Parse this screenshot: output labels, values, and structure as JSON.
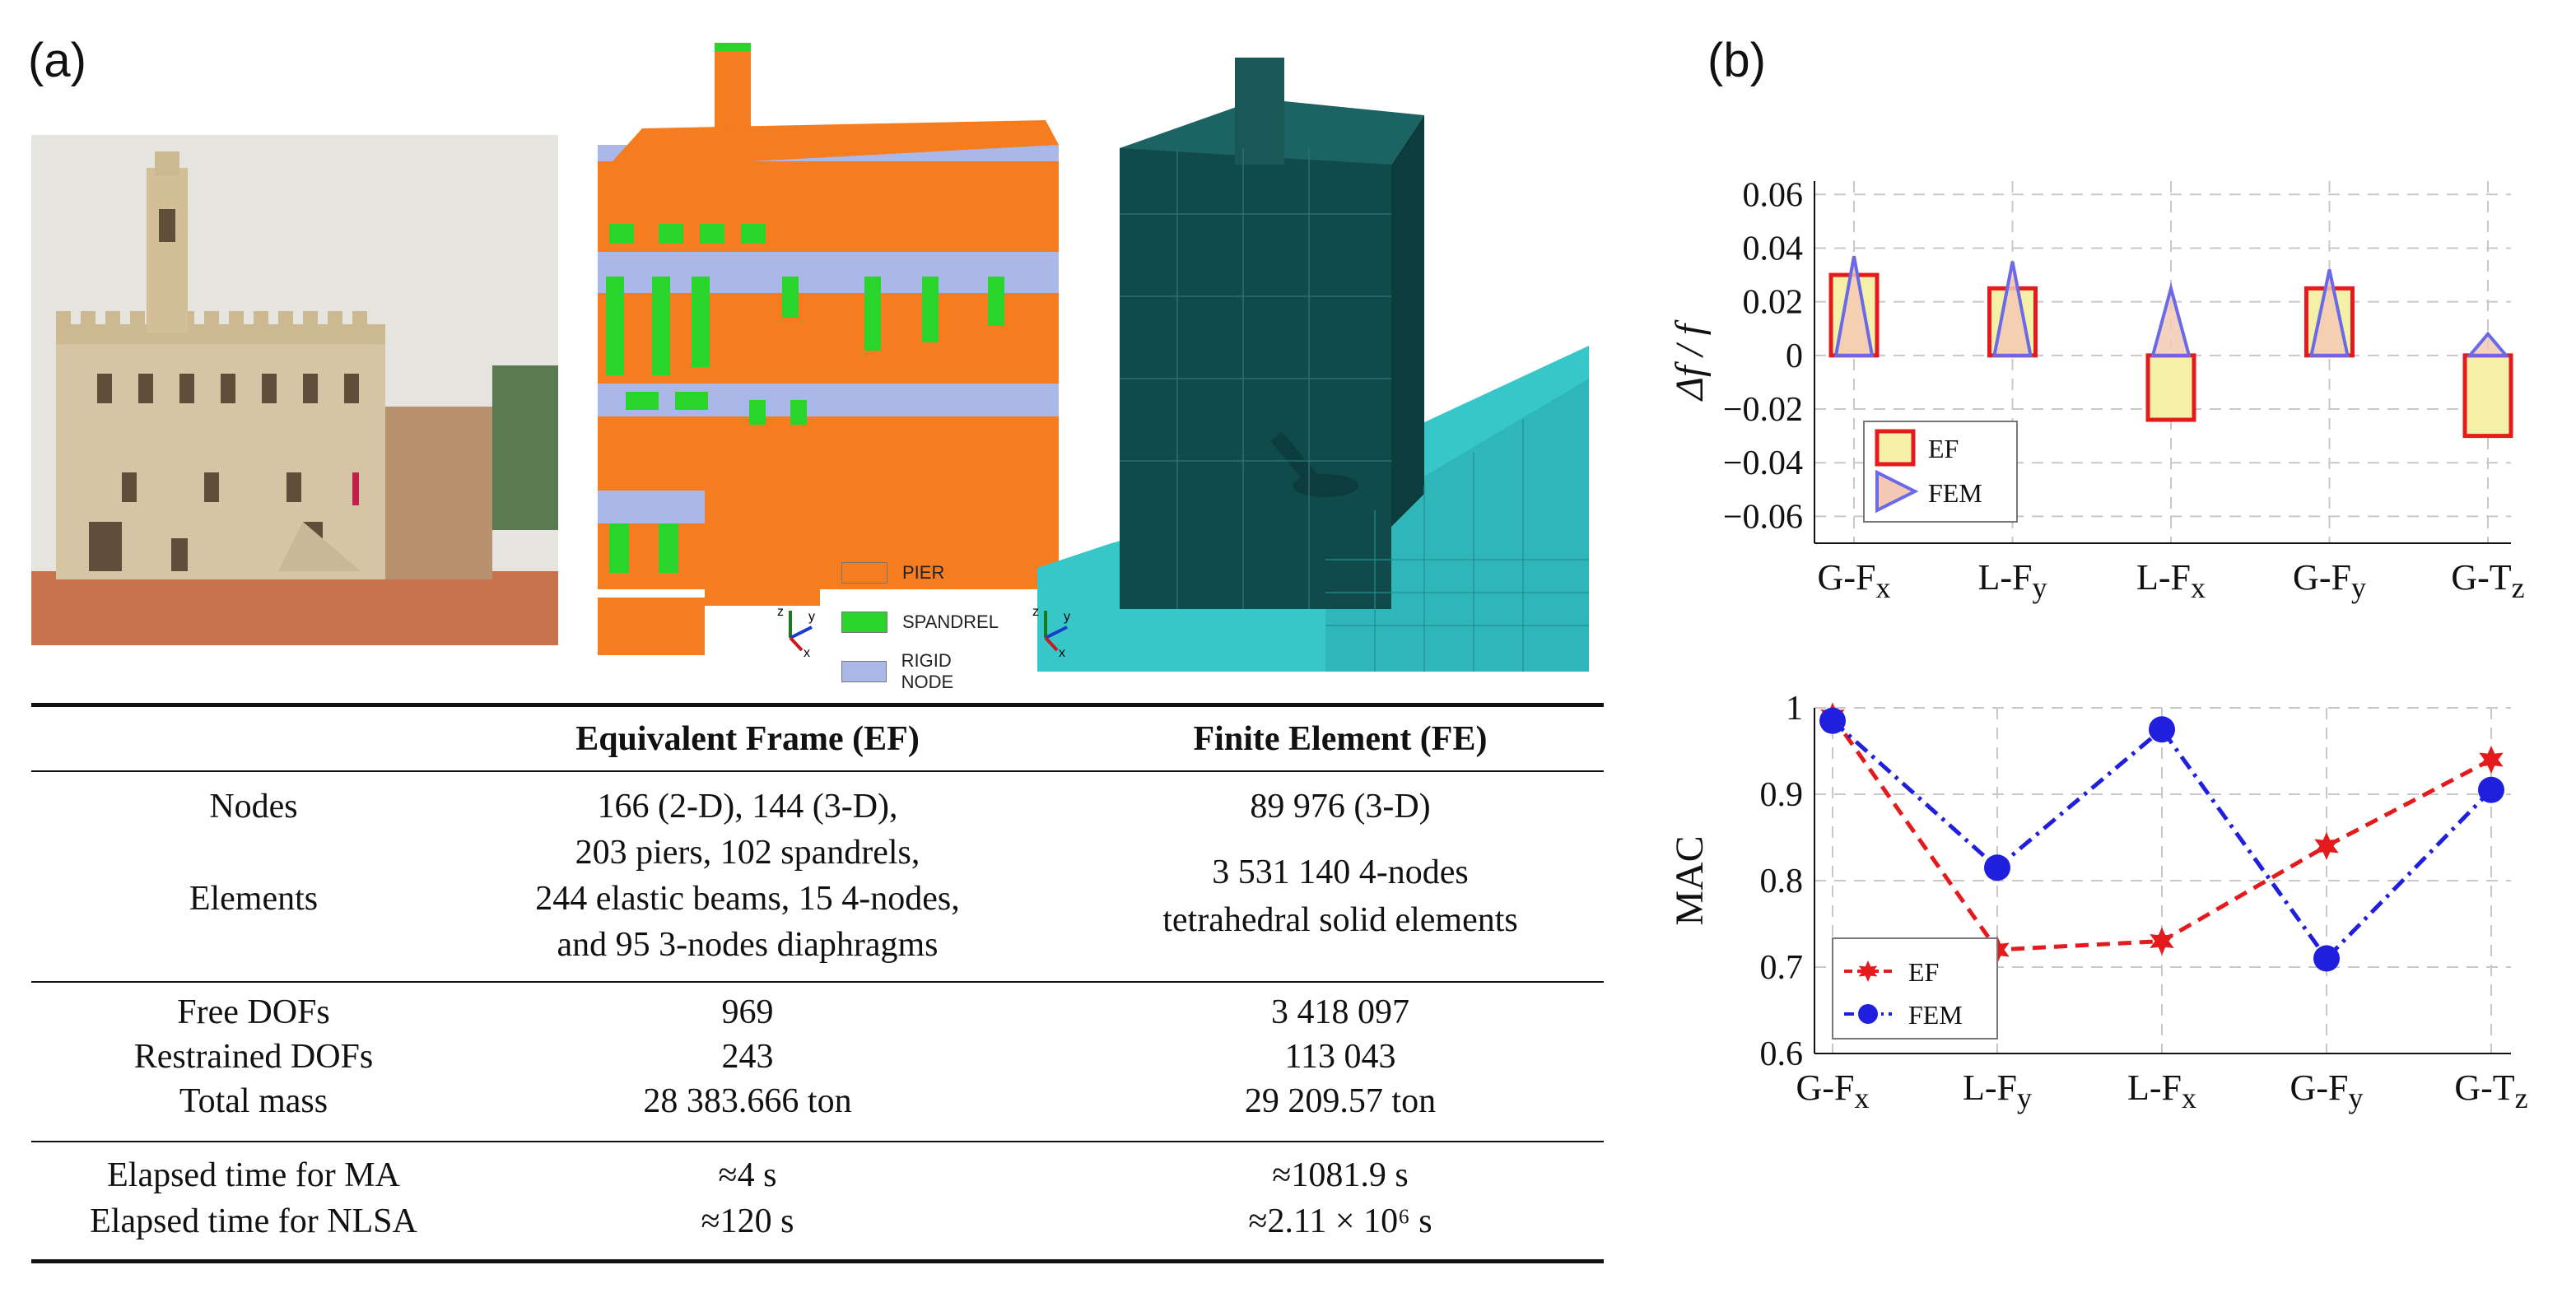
{
  "panels": {
    "a": "(a)",
    "b": "(b)"
  },
  "ef_legend": [
    {
      "label": "PIER",
      "color": "#f57c1f"
    },
    {
      "label": "SPANDREL",
      "color": "#29d42b"
    },
    {
      "label": "RIGID NODE",
      "color": "#a9b8e8"
    }
  ],
  "axes_glyph": {
    "z": "z",
    "y": "y",
    "x": "x"
  },
  "table": {
    "headers": [
      "",
      "Equivalent Frame (EF)",
      "Finite Element (FE)"
    ],
    "group1": {
      "labels": [
        "Nodes",
        "Elements"
      ],
      "ef": [
        "166 (2-D), 144 (3-D),",
        "203 piers, 102 spandrels,",
        "244 elastic beams, 15 4-nodes,",
        "and 95 3-nodes diaphragms"
      ],
      "fe": [
        "89 976 (3-D)",
        "3 531 140 4-nodes",
        "tetrahedral solid elements"
      ]
    },
    "group2": {
      "labels": [
        "Free DOFs",
        "Restrained DOFs",
        "Total mass"
      ],
      "ef": [
        "969",
        "243",
        "28 383.666 ton"
      ],
      "fe": [
        "3 418 097",
        "113 043",
        "29 209.57 ton"
      ]
    },
    "group3": {
      "labels": [
        "Elapsed time for MA",
        "Elapsed time for NLSA"
      ],
      "ef": [
        "≈4 s",
        "≈120 s"
      ],
      "fe": [
        "≈1081.9 s",
        "≈2.11 × 10⁶ s"
      ]
    }
  },
  "colors": {
    "ef": "#e41a1c",
    "fem": "#1f1fdd",
    "ef_fill": "#f5f0a8",
    "fem_fill": "#f3c9b4",
    "fem_edge": "#6a6ae8"
  },
  "chart_data": [
    {
      "type": "bar",
      "ylabel": "Δf / f",
      "categories": [
        "G-Fx",
        "L-Fy",
        "L-Fx",
        "G-Fy",
        "G-Tz"
      ],
      "category_labels": [
        {
          "base": "G-F",
          "sub": "x"
        },
        {
          "base": "L-F",
          "sub": "y"
        },
        {
          "base": "L-F",
          "sub": "x"
        },
        {
          "base": "G-F",
          "sub": "y"
        },
        {
          "base": "G-T",
          "sub": "z"
        }
      ],
      "series": [
        {
          "name": "EF",
          "marker": "square",
          "values": [
            0.03,
            0.025,
            -0.024,
            0.025,
            -0.03
          ]
        },
        {
          "name": "FEM",
          "marker": "triangle",
          "values": [
            0.037,
            0.035,
            0.025,
            0.032,
            0.008
          ]
        }
      ],
      "ylim": [
        -0.07,
        0.065
      ],
      "yticks": [
        0.06,
        0.04,
        0.02,
        0,
        -0.02,
        -0.04,
        -0.06
      ],
      "ytick_labels": [
        "0.06",
        "0.04",
        "0.02",
        "0",
        "−0.02",
        "−0.04",
        "−0.06"
      ],
      "grid": true,
      "legend": "lower-left"
    },
    {
      "type": "line",
      "ylabel": "MAC",
      "categories": [
        "G-Fx",
        "L-Fy",
        "L-Fx",
        "G-Fy",
        "G-Tz"
      ],
      "series": [
        {
          "name": "EF",
          "marker": "star",
          "line": "dashed",
          "values": [
            0.99,
            0.72,
            0.73,
            0.84,
            0.94
          ]
        },
        {
          "name": "FEM",
          "marker": "circle",
          "line": "dash-dot",
          "values": [
            0.985,
            0.815,
            0.975,
            0.71,
            0.905
          ]
        }
      ],
      "ylim": [
        0.6,
        1.0
      ],
      "yticks": [
        1,
        0.9,
        0.8,
        0.7,
        0.6
      ],
      "ytick_labels": [
        "1",
        "0.9",
        "0.8",
        "0.7",
        "0.6"
      ],
      "grid": true,
      "legend": "lower-left"
    }
  ]
}
